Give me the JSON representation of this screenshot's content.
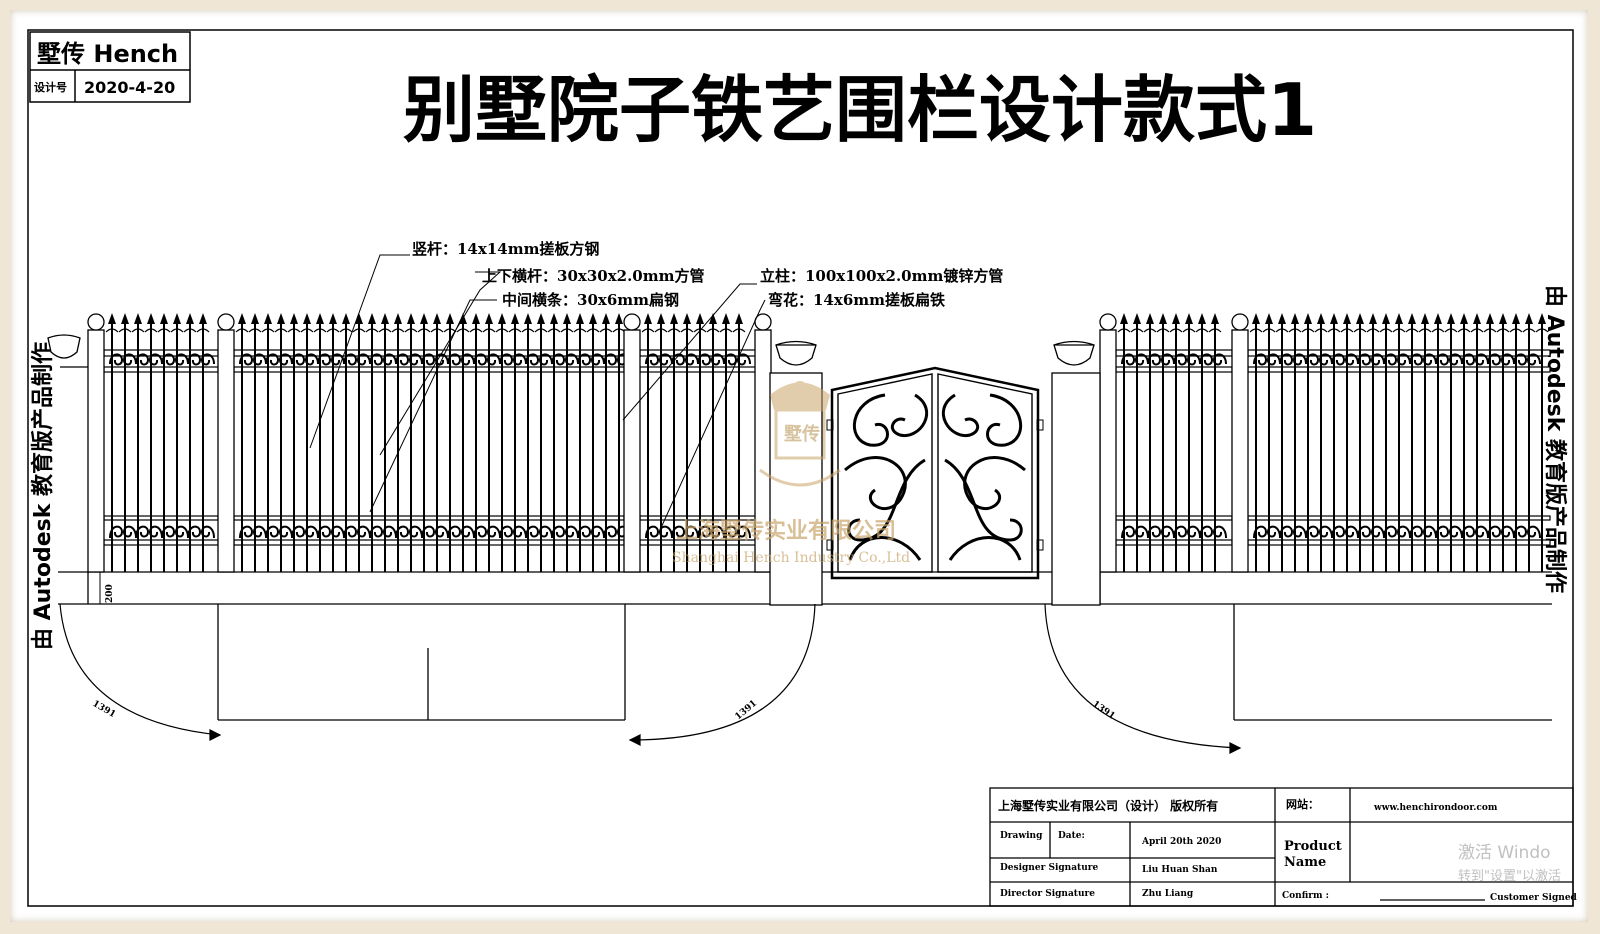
{
  "header": {
    "brand": "墅传 Hench",
    "design_no_label": "设计号",
    "design_date": "2020-4-20",
    "title": "别墅院子铁艺围栏设计款式1"
  },
  "annotations": {
    "vertical_bar": "竖杆：14x14mm搓板方钢",
    "rail": "上下横杆：30x30x2.0mm方管",
    "middle_strip": "中间横条：30x6mm扁钢",
    "post": "立柱：100x100x2.0mm镀锌方管",
    "scroll": "弯花：14x6mm搓板扁铁"
  },
  "dimensions": {
    "height_200": "200",
    "arc_left": "1391",
    "arc_center": "1391",
    "arc_right": "1391"
  },
  "watermarks": {
    "autodesk_left": "由 Autodesk 教育版产品制作",
    "autodesk_right": "由 Autodesk 教育版产品制作",
    "company_cn": "上海墅传实业有限公司",
    "company_en": "Shanghai Hench Industry Co.,Ltd",
    "logo_text": "墅传",
    "windows_line1": "激活 Windo",
    "windows_line2": "转到\"设置\"以激活"
  },
  "title_block": {
    "company": "上海墅传实业有限公司（设计） 版权所有",
    "website_label": "网站：",
    "website": "www.henchirondoor.com",
    "drawing_label": "Drawing",
    "date_label": "Date:",
    "date_value": "April 20th 2020",
    "product_label": "Product",
    "name_label": "Name",
    "designer_label": "Designer Signature",
    "designer_value": "Liu Huan Shan",
    "director_label": "Director Signature",
    "director_value": "Zhu Liang",
    "confirm_label": "Confirm :",
    "customer_label": "Customer Signed"
  },
  "colors": {
    "line": "#000000",
    "watermark_gold": "#c9a46a",
    "background": "#efe6d6"
  }
}
